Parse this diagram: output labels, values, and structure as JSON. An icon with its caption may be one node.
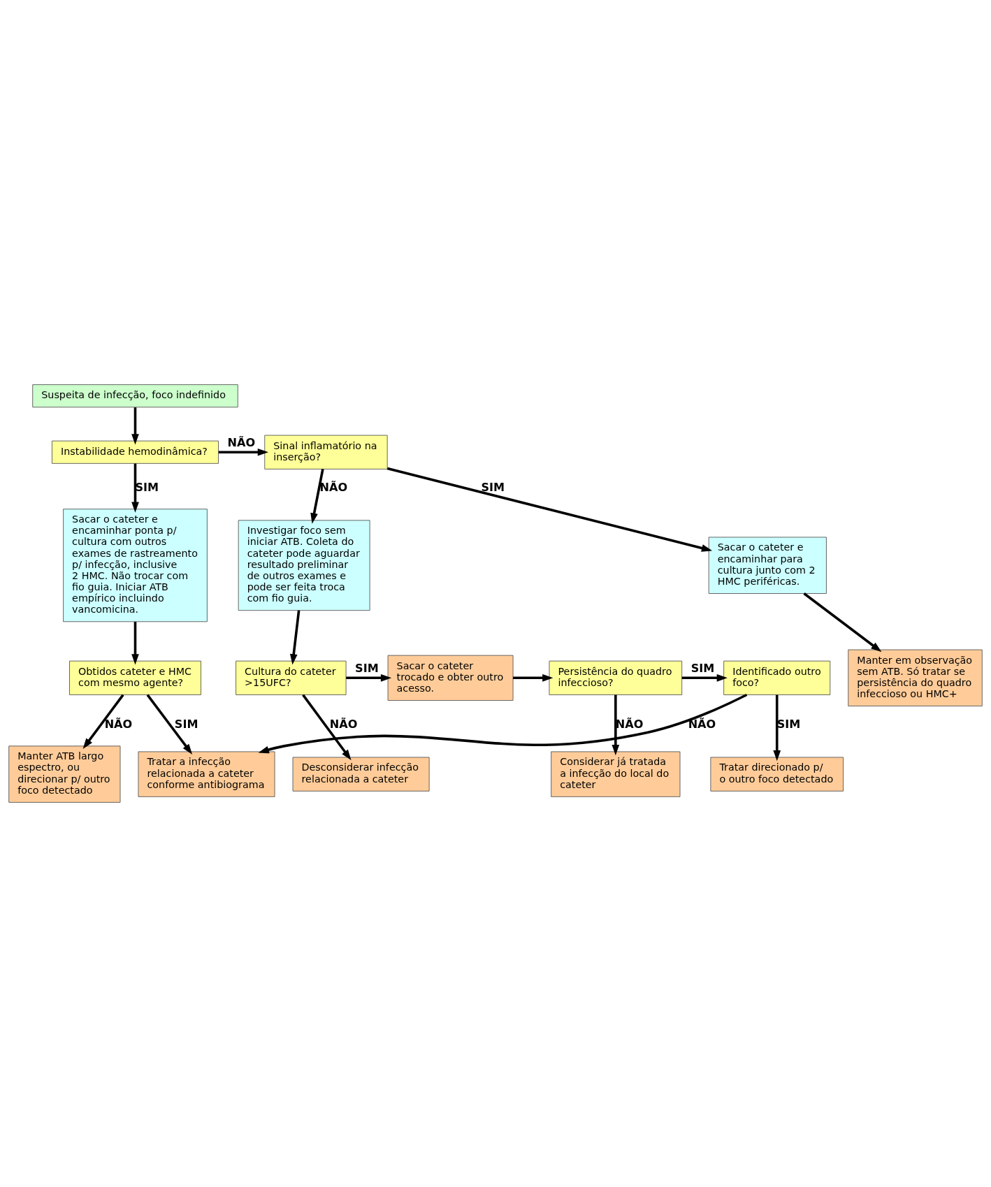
{
  "diagram": {
    "nodes": [
      {
        "text": [
          "Suspeita de infecção, foco indefinido"
        ]
      },
      {
        "text": [
          "Instabilidade hemodinâmica?"
        ]
      },
      {
        "text": [
          "Sinal inflamatório na inserção?"
        ]
      },
      {
        "text": [
          "Investigar foco sem iniciar ATB. Coleta do cateter pode aguardar resultado preliminar de outros exames e pode ser feita troca com fio guia."
        ]
      },
      {
        "text": [
          "Sacar o cateter e encaminhar para cultura junto com 2 HMC periféricas."
        ]
      },
      {
        "text": [
          "Sacar o cateter e encaminhar ponta p/ cultura com outros exames de rastreamento p/ infecção, inclusive 2 HMC. Não trocar com fio guia. Iniciar ATB empírico incluindo vancomicina."
        ]
      },
      {
        "text": [
          "Manter em observação sem ATB. Só tratar se persistência do quadro infeccioso ou HMC+"
        ]
      },
      {
        "text": [
          "Cultura do cateter >15UFC?"
        ]
      },
      {
        "text": [
          "Sacar o cateter trocado e obter outro acesso."
        ]
      },
      {
        "text": [
          "Persistência do quadro infeccioso?"
        ]
      },
      {
        "text": [
          "Identificado outro foco?"
        ]
      },
      {
        "text": [
          "Obtidos cateter e HMC com mesmo agente?"
        ]
      },
      {
        "text": [
          "Desconsiderar infecção relacionada a cateter"
        ]
      },
      {
        "text": [
          "Considerar já tratada a infecção do local do cateter"
        ]
      },
      {
        "text": [
          "Tratar direcionado p/ o outro foco detectado"
        ]
      },
      {
        "text": [
          "Tratar a infecção relacionada a cateter conforme antibiograma"
        ]
      },
      {
        "text": [
          "Manter ATB largo espectro, ou direcionar p/ outro foco detectado"
        ]
      }
    ],
    "edges": [
      {
        "from": 0,
        "to": 1,
        "arrow": "to"
      },
      {
        "from": 1,
        "to": 2,
        "arrow": "to",
        "label": "NÃO"
      },
      {
        "from": 1,
        "to": 5,
        "arrow": "to",
        "label": "SIM"
      },
      {
        "from": 2,
        "to": 3,
        "arrow": "to",
        "label": "NÃO"
      },
      {
        "from": 2,
        "to": 4,
        "arrow": "to",
        "label": "SIM"
      },
      {
        "from": 4,
        "to": 6,
        "arrow": "to"
      },
      {
        "from": 3,
        "to": 7,
        "arrow": "to"
      },
      {
        "from": 7,
        "to": 8,
        "arrow": "to",
        "label": "SIM"
      },
      {
        "from": 7,
        "to": 12,
        "arrow": "to",
        "label": "NÃO"
      },
      {
        "from": 8,
        "to": 9,
        "arrow": "to"
      },
      {
        "from": 9,
        "to": 10,
        "arrow": "to",
        "label": "SIM"
      },
      {
        "from": 9,
        "to": 13,
        "arrow": "to",
        "label": "NÃO"
      },
      {
        "from": 10,
        "to": 14,
        "arrow": "to",
        "label": "SIM"
      },
      {
        "from": 10,
        "to": 15,
        "arrow": "to",
        "label": "NÃO"
      },
      {
        "from": 5,
        "to": 11,
        "arrow": "to"
      },
      {
        "from": 11,
        "to": 15,
        "arrow": "to",
        "label": "SIM"
      },
      {
        "from": 11,
        "to": 16,
        "arrow": "to",
        "label": "NÃO"
      }
    ]
  }
}
